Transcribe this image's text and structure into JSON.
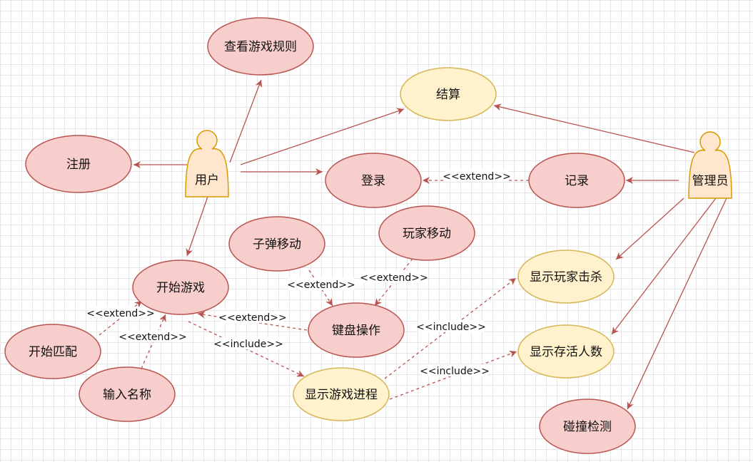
{
  "colors": {
    "pink_fill": "#f8cecc",
    "pink_stroke": "#b85450",
    "yellow_fill": "#fff2cc",
    "yellow_stroke": "#d6b656",
    "actor_fill": "#ffe6cc",
    "actor_stroke": "#d79b00",
    "edge": "#b85450"
  },
  "actors": {
    "user": {
      "label": "用户"
    },
    "admin": {
      "label": "管理员"
    }
  },
  "use_cases": {
    "rules": {
      "label": "查看游戏规则",
      "style": "pink"
    },
    "register": {
      "label": "注册",
      "style": "pink"
    },
    "settle": {
      "label": "结算",
      "style": "yellow"
    },
    "login": {
      "label": "登录",
      "style": "pink"
    },
    "record": {
      "label": "记录",
      "style": "pink"
    },
    "bullet_move": {
      "label": "子弹移动",
      "style": "pink"
    },
    "player_move": {
      "label": "玩家移动",
      "style": "pink"
    },
    "start_game": {
      "label": "开始游戏",
      "style": "pink"
    },
    "show_kills": {
      "label": "显示玩家击杀",
      "style": "yellow"
    },
    "keyboard": {
      "label": "键盘操作",
      "style": "pink"
    },
    "start_match": {
      "label": "开始匹配",
      "style": "pink"
    },
    "show_alive": {
      "label": "显示存活人数",
      "style": "yellow"
    },
    "input_name": {
      "label": "输入名称",
      "style": "pink"
    },
    "show_progress": {
      "label": "显示游戏进程",
      "style": "yellow"
    },
    "collision": {
      "label": "碰撞检测",
      "style": "pink"
    }
  },
  "relations": {
    "login_extend": "<<extend>>",
    "bullet_extend": "<<extend>>",
    "player_extend": "<<extend>>",
    "keyboard_extend": "<<extend>>",
    "match_extend": "<<extend>>",
    "name_extend": "<<extend>>",
    "start_include": "<<include>>",
    "kills_include": "<<include>>",
    "alive_include": "<<include>>"
  }
}
